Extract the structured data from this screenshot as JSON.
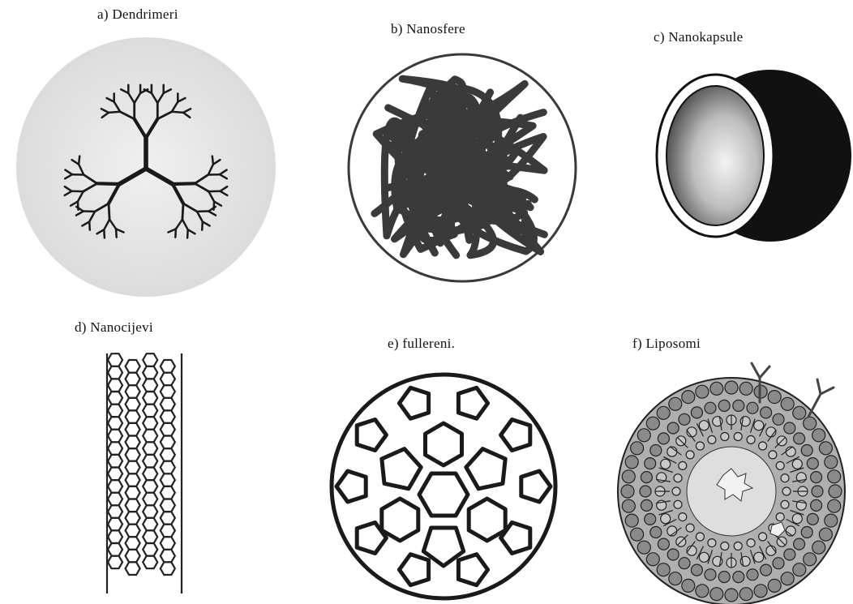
{
  "panels": [
    {
      "id": "a",
      "label": "a) Dendrimeri",
      "icon": "dendrimer-illustration"
    },
    {
      "id": "b",
      "label": "b) Nanosfere",
      "icon": "nanosphere-illustration"
    },
    {
      "id": "c",
      "label": "c) Nanokapsule",
      "icon": "nanocapsule-illustration"
    },
    {
      "id": "d",
      "label": "d) Nanocijevi",
      "icon": "nanotube-illustration"
    },
    {
      "id": "e",
      "label": "e) fullereni.",
      "icon": "fullerene-illustration"
    },
    {
      "id": "f",
      "label": "f) Liposomi",
      "icon": "liposome-illustration"
    }
  ],
  "colors": {
    "ink": "#1a1a1a",
    "shell_gray": "#d8d8d8",
    "liposome_dark": "#8a8a8a",
    "liposome_light": "#c8c8c8"
  }
}
